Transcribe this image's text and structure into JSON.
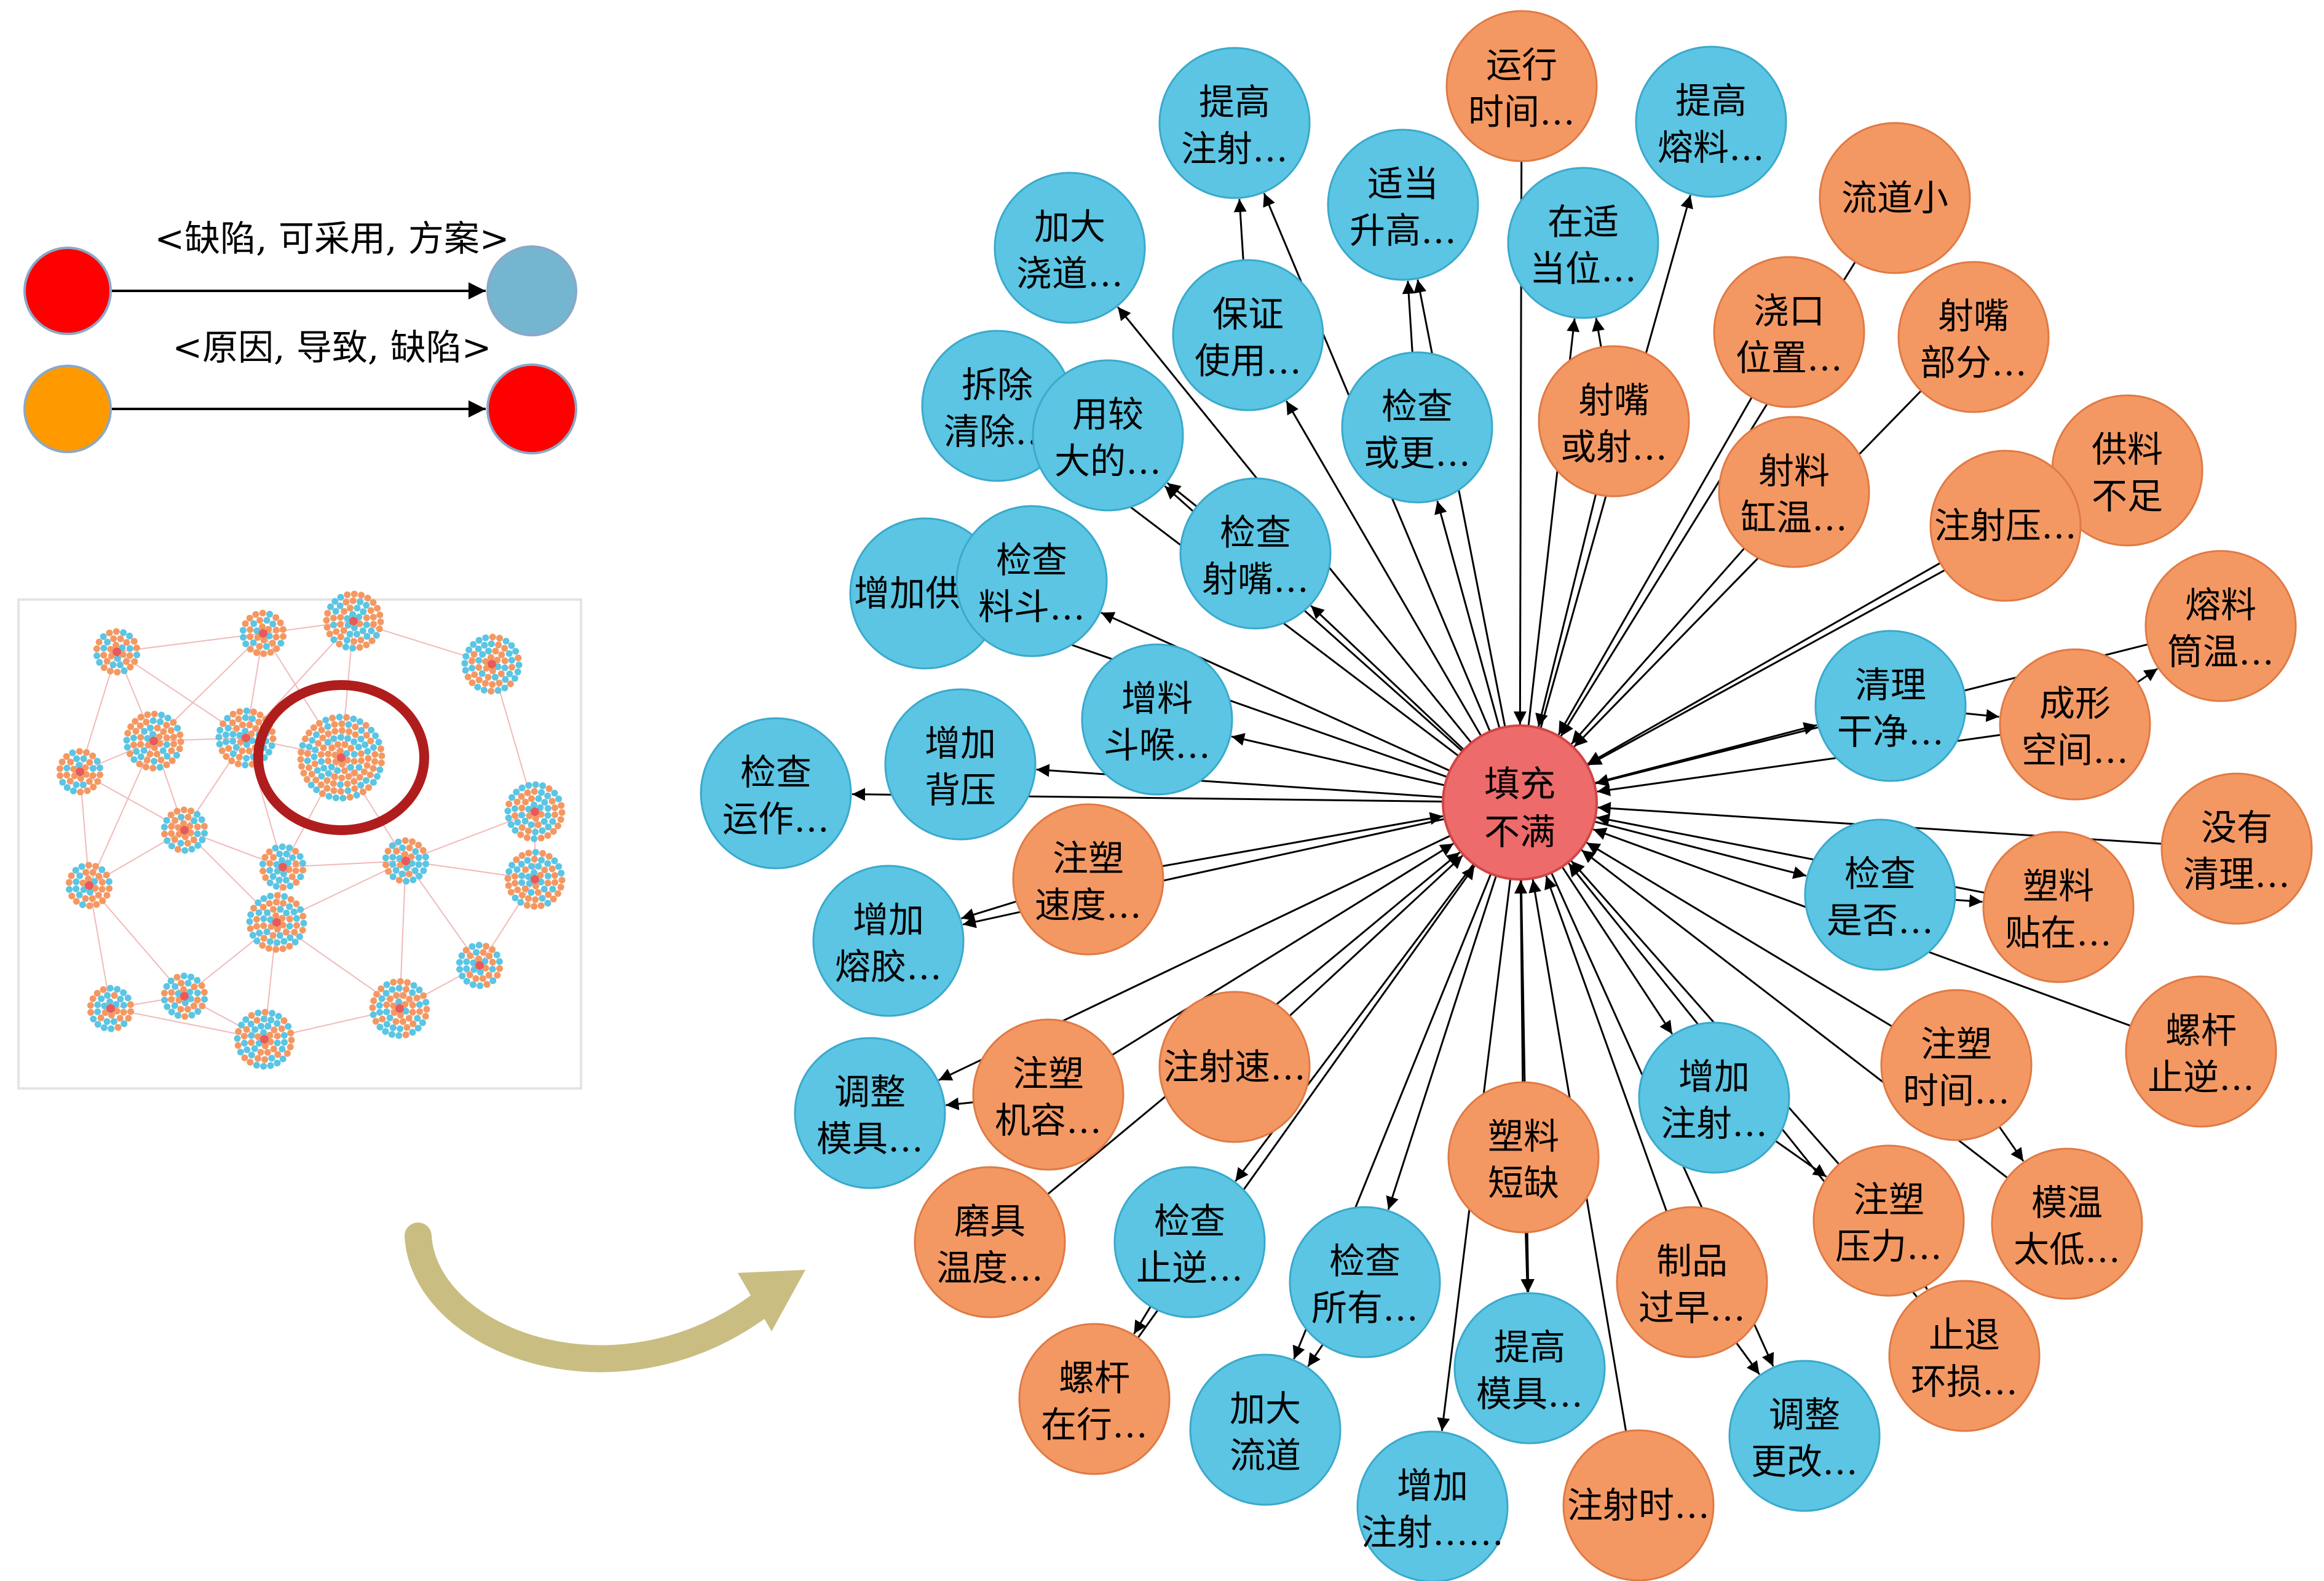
{
  "colors": {
    "defect": "#ee6b6b",
    "cause": "#f49863",
    "solution": "#5bc5e3",
    "legend_defect": "#ff0000",
    "legend_cause": "#ff9900",
    "legend_solution": "#74b6d0",
    "arrow": "#000000",
    "highlight_ring": "#b01d1d",
    "curve_arrow": "#c9bd82"
  },
  "legend": {
    "row1_label": "<缺陷, 可采用, 方案>",
    "row2_label": "<原因, 导致, 缺陷>"
  },
  "center": {
    "line1": "填充",
    "line2": "不满",
    "type": "defect"
  },
  "nodes": [
    {
      "id": "n01",
      "type": "solution",
      "lines": [
        "提高",
        "注射…"
      ]
    },
    {
      "id": "n02",
      "type": "cause",
      "lines": [
        "运行",
        "时间…"
      ]
    },
    {
      "id": "n03",
      "type": "solution",
      "lines": [
        "提高",
        "熔料…"
      ]
    },
    {
      "id": "n04",
      "type": "cause",
      "lines": [
        "流道小"
      ]
    },
    {
      "id": "n05",
      "type": "solution",
      "lines": [
        "加大",
        "浇道…"
      ]
    },
    {
      "id": "n06",
      "type": "solution",
      "lines": [
        "适当",
        "升高…"
      ]
    },
    {
      "id": "n07",
      "type": "solution",
      "lines": [
        "在适",
        "当位…"
      ]
    },
    {
      "id": "n08",
      "type": "solution",
      "lines": [
        "保证",
        "使用…"
      ]
    },
    {
      "id": "n09",
      "type": "cause",
      "lines": [
        "浇口",
        "位置…"
      ]
    },
    {
      "id": "n10",
      "type": "cause",
      "lines": [
        "射嘴",
        "部分…"
      ]
    },
    {
      "id": "n11",
      "type": "solution",
      "lines": [
        "拆除",
        "清除…"
      ]
    },
    {
      "id": "n12",
      "type": "solution",
      "lines": [
        "检查",
        "或更…"
      ]
    },
    {
      "id": "n13",
      "type": "cause",
      "lines": [
        "射嘴",
        "或射…"
      ]
    },
    {
      "id": "n14",
      "type": "solution",
      "lines": [
        "用较",
        "大的…"
      ]
    },
    {
      "id": "n15",
      "type": "cause",
      "lines": [
        "供料",
        "不足"
      ]
    },
    {
      "id": "n16",
      "type": "cause",
      "lines": [
        "射料",
        "缸温…"
      ]
    },
    {
      "id": "n17",
      "type": "cause",
      "lines": [
        "注射压…"
      ]
    },
    {
      "id": "n18",
      "type": "solution",
      "lines": [
        "检查",
        "射嘴…"
      ]
    },
    {
      "id": "n19",
      "type": "solution",
      "lines": [
        "增加供…"
      ]
    },
    {
      "id": "n20",
      "type": "solution",
      "lines": [
        "检查",
        "料斗…"
      ]
    },
    {
      "id": "n21",
      "type": "cause",
      "lines": [
        "熔料",
        "筒温…"
      ]
    },
    {
      "id": "n22",
      "type": "solution",
      "lines": [
        "清理",
        "干净…"
      ]
    },
    {
      "id": "n23",
      "type": "cause",
      "lines": [
        "成形",
        "空间…"
      ]
    },
    {
      "id": "n24",
      "type": "solution",
      "lines": [
        "增料",
        "斗喉…"
      ]
    },
    {
      "id": "n25",
      "type": "solution",
      "lines": [
        "增加",
        "背压"
      ]
    },
    {
      "id": "n26",
      "type": "solution",
      "lines": [
        "检查",
        "运作…"
      ]
    },
    {
      "id": "n27",
      "type": "cause",
      "lines": [
        "没有",
        "清理…"
      ]
    },
    {
      "id": "n28",
      "type": "cause",
      "lines": [
        "注塑",
        "速度…"
      ]
    },
    {
      "id": "n29",
      "type": "solution",
      "lines": [
        "检查",
        "是否…"
      ]
    },
    {
      "id": "n30",
      "type": "cause",
      "lines": [
        "塑料",
        "贴在…"
      ]
    },
    {
      "id": "n31",
      "type": "solution",
      "lines": [
        "增加",
        "熔胶…"
      ]
    },
    {
      "id": "n32",
      "type": "cause",
      "lines": [
        "螺杆",
        "止逆…"
      ]
    },
    {
      "id": "n33",
      "type": "cause",
      "lines": [
        "注塑",
        "时间…"
      ]
    },
    {
      "id": "n34",
      "type": "cause",
      "lines": [
        "注射速…"
      ]
    },
    {
      "id": "n35",
      "type": "cause",
      "lines": [
        "注塑",
        "机容…"
      ]
    },
    {
      "id": "n36",
      "type": "solution",
      "lines": [
        "调整",
        "模具…"
      ]
    },
    {
      "id": "n37",
      "type": "solution",
      "lines": [
        "增加",
        "注射…"
      ]
    },
    {
      "id": "n38",
      "type": "cause",
      "lines": [
        "塑料",
        "短缺"
      ]
    },
    {
      "id": "n39",
      "type": "cause",
      "lines": [
        "模温",
        "太低…"
      ]
    },
    {
      "id": "n40",
      "type": "cause",
      "lines": [
        "注塑",
        "压力…"
      ]
    },
    {
      "id": "n41",
      "type": "cause",
      "lines": [
        "磨具",
        "温度…"
      ]
    },
    {
      "id": "n42",
      "type": "solution",
      "lines": [
        "检查",
        "止逆…"
      ]
    },
    {
      "id": "n43",
      "type": "solution",
      "lines": [
        "检查",
        "所有…"
      ]
    },
    {
      "id": "n44",
      "type": "cause",
      "lines": [
        "制品",
        "过早…"
      ]
    },
    {
      "id": "n45",
      "type": "cause",
      "lines": [
        "止退",
        "环损…"
      ]
    },
    {
      "id": "n46",
      "type": "cause",
      "lines": [
        "螺杆",
        "在行…"
      ]
    },
    {
      "id": "n47",
      "type": "solution",
      "lines": [
        "提高",
        "模具…"
      ]
    },
    {
      "id": "n48",
      "type": "solution",
      "lines": [
        "加大",
        "流道"
      ]
    },
    {
      "id": "n49",
      "type": "solution",
      "lines": [
        "调整",
        "更改…"
      ]
    },
    {
      "id": "n50",
      "type": "solution",
      "lines": [
        "增加",
        "注射……"
      ]
    },
    {
      "id": "n51",
      "type": "cause",
      "lines": [
        "注射时…"
      ]
    }
  ]
}
